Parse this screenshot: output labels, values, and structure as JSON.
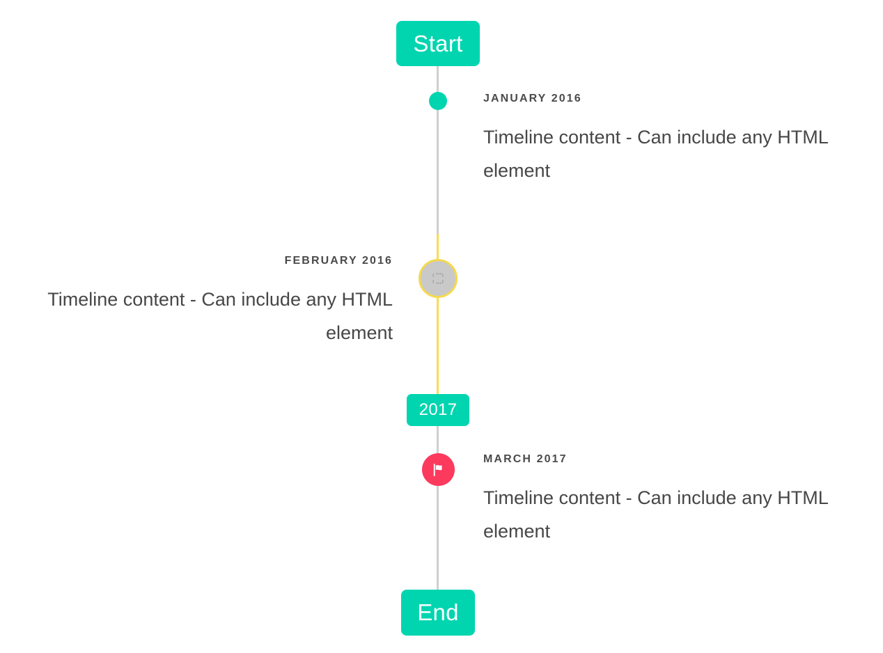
{
  "timeline": {
    "start_cap": {
      "label": "Start",
      "color": "#00d5b0"
    },
    "end_cap": {
      "label": "End",
      "color": "#00d5b0"
    },
    "year_marker": {
      "label": "2017",
      "color": "#00d5b0"
    },
    "line_colors": {
      "default": "#cfcfcf",
      "highlight": "#f9dd51"
    },
    "entries": [
      {
        "date": "JANUARY 2016",
        "body": "Timeline content - Can include any HTML element",
        "side": "right",
        "marker": {
          "icon": "dot-icon",
          "color": "#00d5b0",
          "style": "filled-dot"
        }
      },
      {
        "date": "FEBRUARY 2016",
        "body": "Timeline content - Can include any HTML element",
        "side": "left",
        "marker": {
          "icon": "broken-image-icon",
          "color": "#c9c9c9",
          "ring_color": "#f5d94e",
          "style": "ringed-circle"
        }
      },
      {
        "date": "MARCH 2017",
        "body": "Timeline content - Can include any HTML element",
        "side": "right",
        "marker": {
          "icon": "flag-icon",
          "color": "#fc3a5d",
          "style": "icon-circle"
        }
      }
    ]
  }
}
